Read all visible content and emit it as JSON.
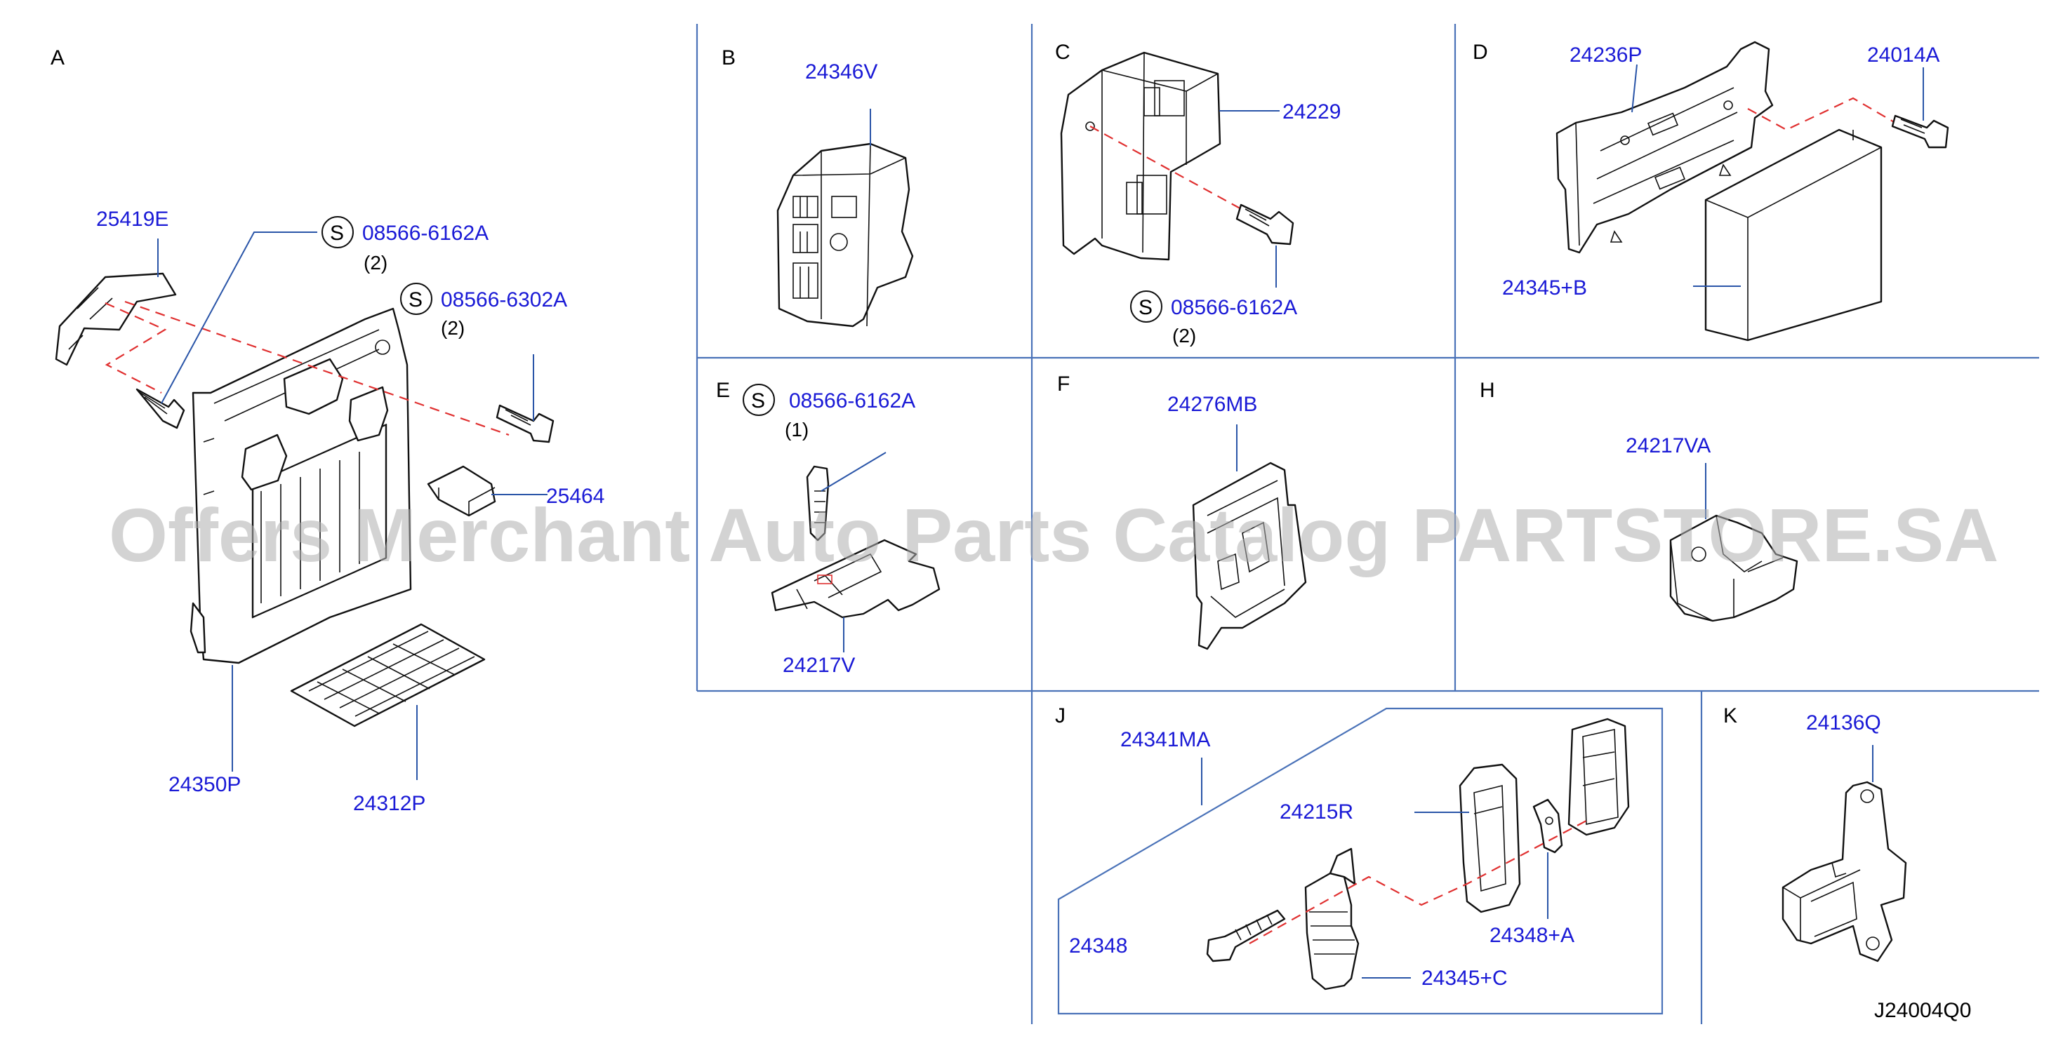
{
  "diagram": {
    "sections": [
      "A",
      "B",
      "C",
      "D",
      "E",
      "F",
      "H",
      "J",
      "K"
    ],
    "parts": {
      "p25419E": "25419E",
      "p08566_6162A_a": "08566-6162A",
      "p08566_6302A": "08566-6302A",
      "p25464": "25464",
      "p24350P": "24350P",
      "p24312P": "24312P",
      "p24346V": "24346V",
      "p24229": "24229",
      "p08566_6162A_c": "08566-6162A",
      "p24236P": "24236P",
      "p24014A": "24014A",
      "p24345B": "24345+B",
      "p08566_6162A_e": "08566-6162A",
      "p24217V": "24217V",
      "p24276MB": "24276MB",
      "p24217VA": "24217VA",
      "p24341MA": "24341MA",
      "p24215R": "24215R",
      "p24348": "24348",
      "p24348A": "24348+A",
      "p24345C": "24345+C",
      "p24136Q": "24136Q"
    },
    "quantities": {
      "a1": "(2)",
      "a2": "(2)",
      "c1": "(2)",
      "e1": "(1)"
    },
    "s_marker": "S",
    "diagram_code": "J24004Q0",
    "watermark": "Offers Merchant Auto Parts Catalog PARTSTORE.SA"
  },
  "colors": {
    "part_number": "#1a1ad6",
    "leader": "#2a55a8",
    "dashed": "#e03030",
    "watermark": "#b0b0b0"
  }
}
